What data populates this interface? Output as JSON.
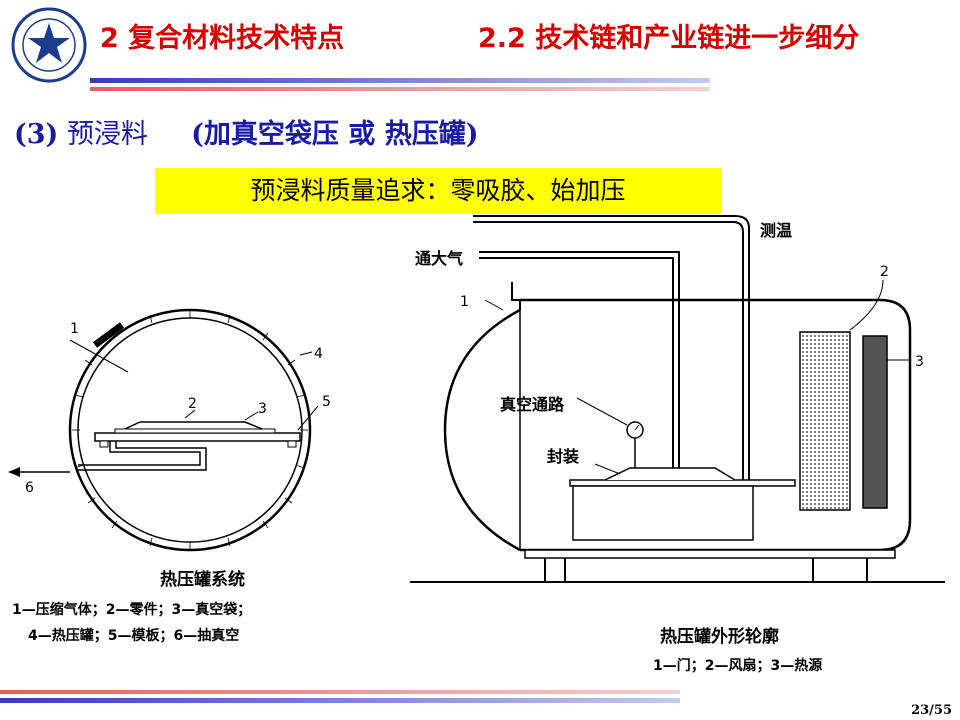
{
  "header": {
    "title_left": "2 复合材料技术特点",
    "title_right": "2.2 技术链和产业链进一步细分",
    "logo_icon": "university-seal-icon",
    "accent_color": "#d90000"
  },
  "section": {
    "number": "(3)",
    "name": "预浸料",
    "process": "(加真空袋压  或  热压罐)"
  },
  "highlight": {
    "text": "预浸料质量追求：零吸胶、始加压",
    "color": "#ffff00"
  },
  "figure_left": {
    "labels": [
      "1",
      "2",
      "3",
      "4",
      "5",
      "6"
    ],
    "caption": "热压罐系统",
    "legend_line1": "1—压缩气体；2—零件；3—真空袋；",
    "legend_line2": "4—热压罐；5—模板；6—抽真空"
  },
  "figure_right": {
    "label_temp": "测温",
    "label_vent": "通大气",
    "label_vacuum": "真空通路",
    "label_seal": "封装",
    "labels": [
      "1",
      "2",
      "3"
    ],
    "caption": "热压罐外形轮廓",
    "legend": "1—门；2—风扇；3—热源"
  },
  "footer": {
    "page": "23/55"
  }
}
